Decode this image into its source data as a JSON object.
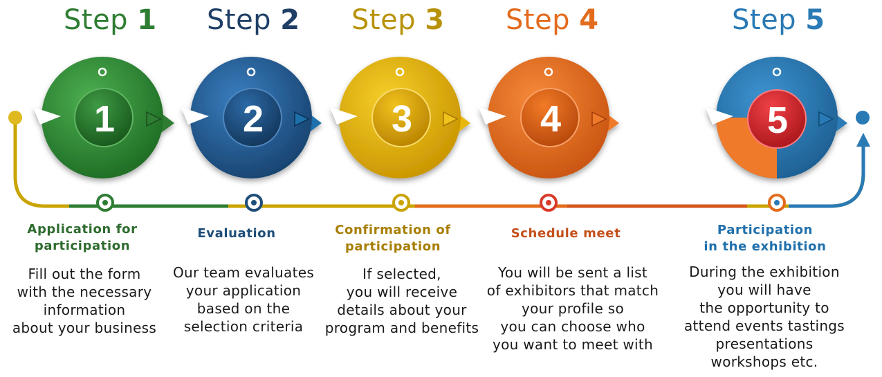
{
  "colors": {
    "step1": "#2e7d32",
    "step2": "#1f4e79",
    "step3": "#c9a400",
    "step4": "#e36b1c",
    "step5": "#2a7ab5",
    "step5_accent": "#e0282e",
    "text": "#1a1a1a"
  },
  "steps": [
    {
      "word": "Step",
      "number": "1",
      "circle_number": "1",
      "title": [
        "Application for",
        "participation"
      ],
      "description": [
        "Fill out the form",
        "with the necessary",
        "information",
        "about your business"
      ]
    },
    {
      "word": "Step",
      "number": "2",
      "circle_number": "2",
      "title": [
        "Evaluation"
      ],
      "description": [
        "Our team evaluates",
        "your application",
        "based on the",
        "selection criteria"
      ]
    },
    {
      "word": "Step",
      "number": "3",
      "circle_number": "3",
      "title": [
        "Confirmation of",
        "participation"
      ],
      "description": [
        "If selected,",
        "you will receive",
        "details about your",
        "program and benefits"
      ]
    },
    {
      "word": "Step",
      "number": "4",
      "circle_number": "4",
      "title": [
        "Schedule meet"
      ],
      "description": [
        "You will be sent a list",
        "of exhibitors that match",
        "your profile so",
        "you can choose who",
        "you want to meet with"
      ]
    },
    {
      "word": "Step",
      "number": "5",
      "circle_number": "5",
      "title": [
        "Participation",
        "in the exhibition"
      ],
      "description": [
        "During the exhibition",
        "you will have",
        "the opportunity to",
        "attend events tastings",
        "presentations",
        "workshops etc."
      ]
    }
  ]
}
